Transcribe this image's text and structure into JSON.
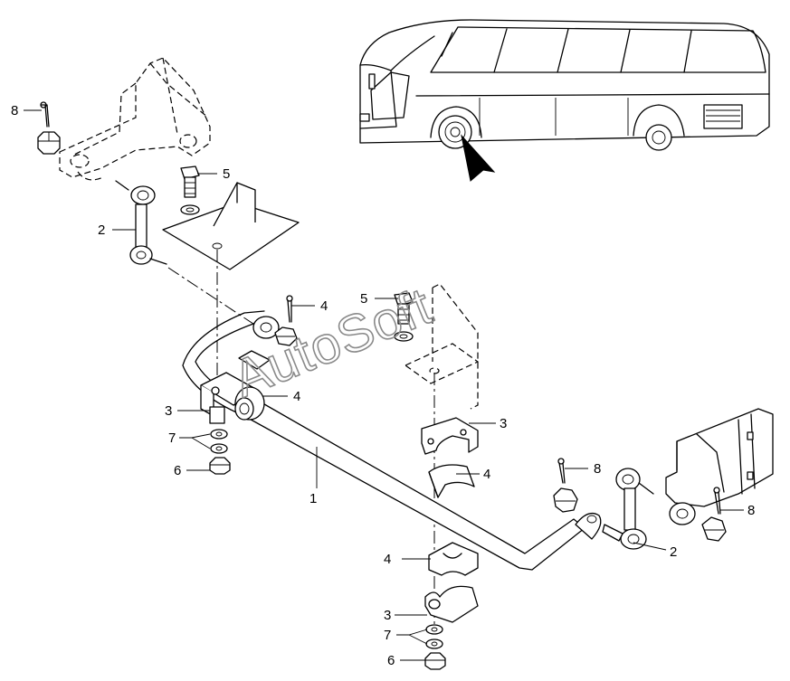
{
  "watermark": "AutoSoft",
  "callouts": [
    {
      "id": "c8-left",
      "text": "8"
    },
    {
      "id": "c5-top",
      "text": "5"
    },
    {
      "id": "c2-left",
      "text": "2"
    },
    {
      "id": "c4-pin",
      "text": "4"
    },
    {
      "id": "c5-mid",
      "text": "5"
    },
    {
      "id": "c4-bushing-left",
      "text": "4"
    },
    {
      "id": "c3-left",
      "text": "3"
    },
    {
      "id": "c7-left",
      "text": "7"
    },
    {
      "id": "c6-left",
      "text": "6"
    },
    {
      "id": "c3-right",
      "text": "3"
    },
    {
      "id": "c4-right",
      "text": "4"
    },
    {
      "id": "c1",
      "text": "1"
    },
    {
      "id": "c8-mid",
      "text": "8"
    },
    {
      "id": "c8-right",
      "text": "8"
    },
    {
      "id": "c2-right",
      "text": "2"
    },
    {
      "id": "c4-lower",
      "text": "4"
    },
    {
      "id": "c3-lower",
      "text": "3"
    },
    {
      "id": "c7-lower",
      "text": "7"
    },
    {
      "id": "c6-lower",
      "text": "6"
    }
  ]
}
